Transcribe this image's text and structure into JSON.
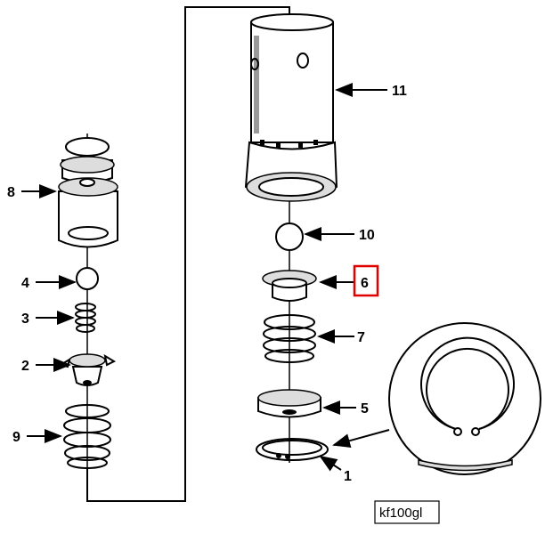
{
  "diagram": {
    "labels": {
      "p1": "1",
      "p2": "2",
      "p3": "3",
      "p4": "4",
      "p5": "5",
      "p6": "6",
      "p7": "7",
      "p8": "8",
      "p9": "9",
      "p10": "10",
      "p11": "11"
    },
    "highlighted_label": "6",
    "highlight_color": "#e00000",
    "figure_code": "kf100gl"
  }
}
